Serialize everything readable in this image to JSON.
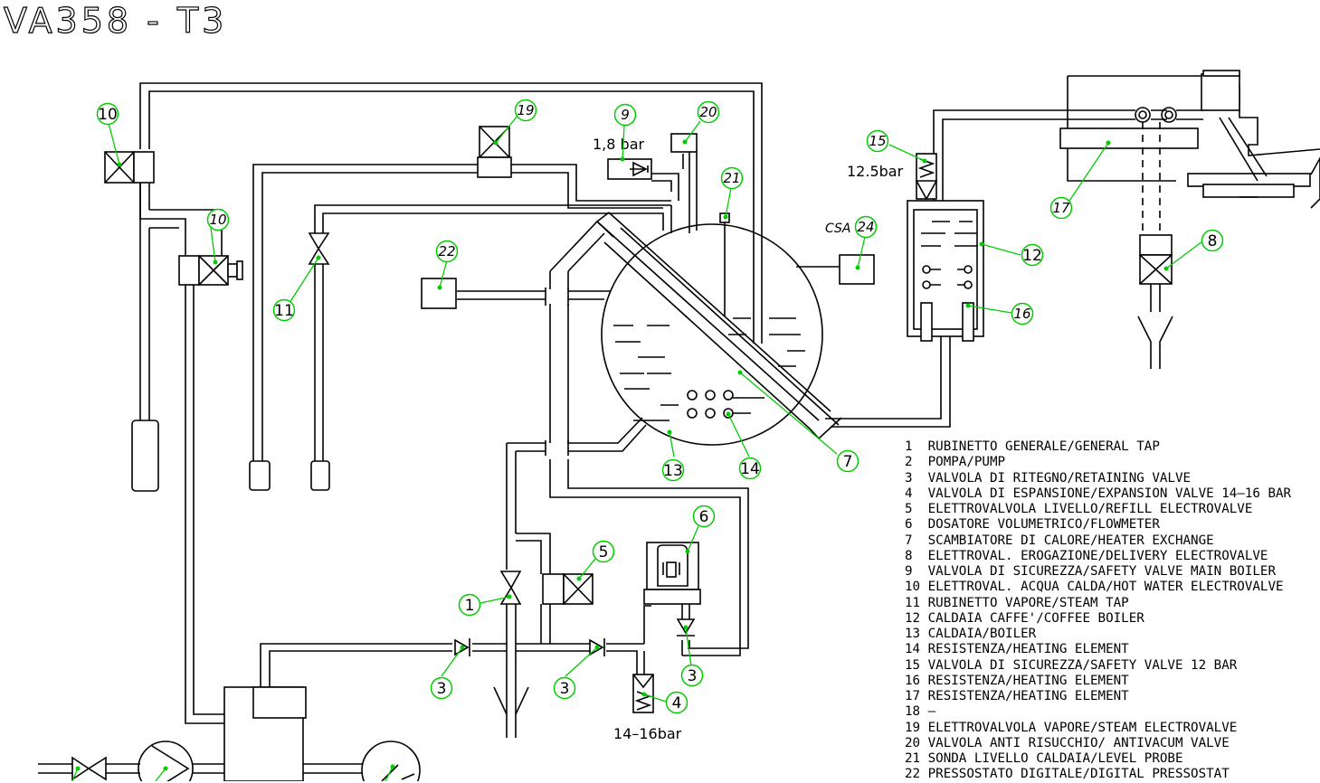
{
  "title": "VA358 - T3",
  "labels": {
    "safety_valve_pressure": "1,8 bar",
    "safety_valve_coffee_pressure": "12.5bar",
    "expansion_valve_pressure": "14–16bar",
    "csa": "CSA"
  },
  "badges": {
    "b1": "1",
    "b3a": "3",
    "b3b": "3",
    "b3c": "3",
    "b4": "4",
    "b5": "5",
    "b6": "6",
    "b7": "7",
    "b8": "8",
    "b9": "9",
    "b10a": "10",
    "b10b": "10",
    "b11": "11",
    "b12": "12",
    "b13": "13",
    "b14": "14",
    "b15": "15",
    "b16": "16",
    "b17": "17",
    "b19": "19",
    "b20": "20",
    "b21": "21",
    "b22": "22",
    "b24": "24"
  },
  "legend": [
    "1  RUBINETTO GENERALE/GENERAL TAP",
    "2  POMPA/PUMP",
    "3  VALVOLA DI RITEGNO/RETAINING VALVE",
    "4  VALVOLA DI ESPANSIONE/EXPANSION VALVE 14–16 BAR",
    "5  ELETTROVALVOLA LIVELLO/REFILL ELECTROVALVE",
    "6  DOSATORE VOLUMETRICO/FLOWMETER",
    "7  SCAMBIATORE DI CALORE/HEATER EXCHANGE",
    "8  ELETTROVAL. EROGAZIONE/DELIVERY ELECTROVALVE",
    "9  VALVOLA DI SICUREZZA/SAFETY VALVE MAIN BOILER",
    "10 ELETTROVAL. ACQUA CALDA/HOT WATER ELECTROVALVE",
    "11 RUBINETTO VAPORE/STEAM TAP",
    "12 CALDAIA CAFFE'/COFFEE BOILER",
    "13 CALDAIA/BOILER",
    "14 RESISTENZA/HEATING ELEMENT",
    "15 VALVOLA DI SICUREZZA/SAFETY VALVE 12 BAR",
    "16 RESISTENZA/HEATING ELEMENT",
    "17 RESISTENZA/HEATING ELEMENT",
    "18 –",
    "19 ELETTROVALVOLA VAPORE/STEAM ELECTROVALVE",
    "20 VALVOLA ANTI RISUCCHIO/ ANTIVACUM VALVE",
    "21 SONDA LIVELLO CALDAIA/LEVEL PROBE",
    "22 PRESSOSTATO DIGITALE/DIGITAL PRESSOSTAT"
  ],
  "colors": {
    "lines": "#000000",
    "leaders": "#00cc00",
    "background": "#ffffff"
  }
}
